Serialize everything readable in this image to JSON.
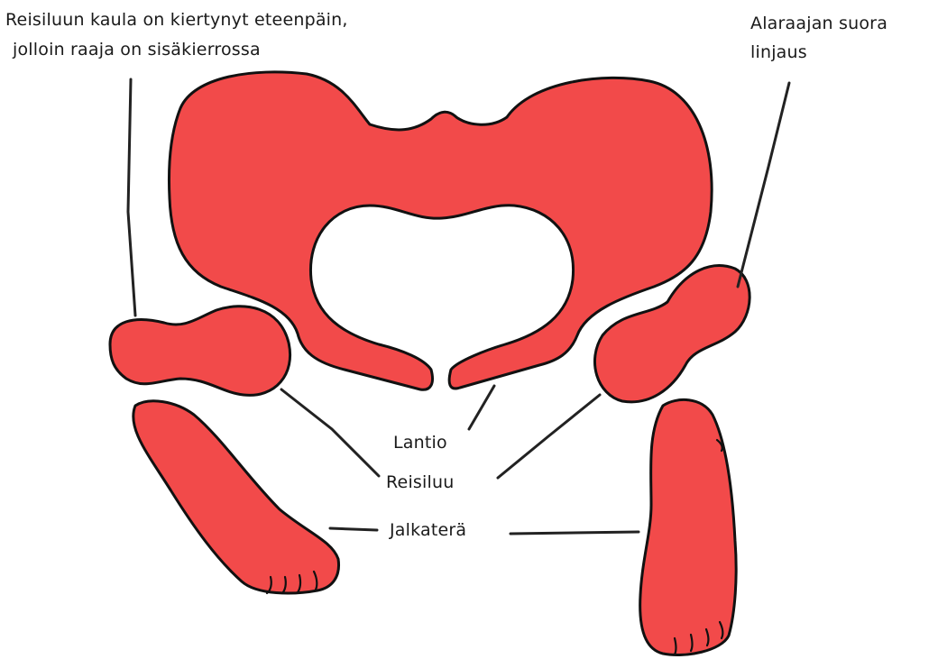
{
  "labels": {
    "rotated_neck_line1": "Reisiluun kaula on kiertynyt eteenpäin,",
    "rotated_neck_line2": "jolloin raaja on sisäkierrossa",
    "straight_alignment_line1": "Alaraajan suora",
    "straight_alignment_line2": "linjaus",
    "pelvis": "Lantio",
    "femur": "Reisiluu",
    "foot": "Jalkaterä"
  },
  "colors": {
    "bone_fill": "#f24a4a",
    "outline": "#111111",
    "leader": "#222222",
    "background": "#ffffff"
  }
}
